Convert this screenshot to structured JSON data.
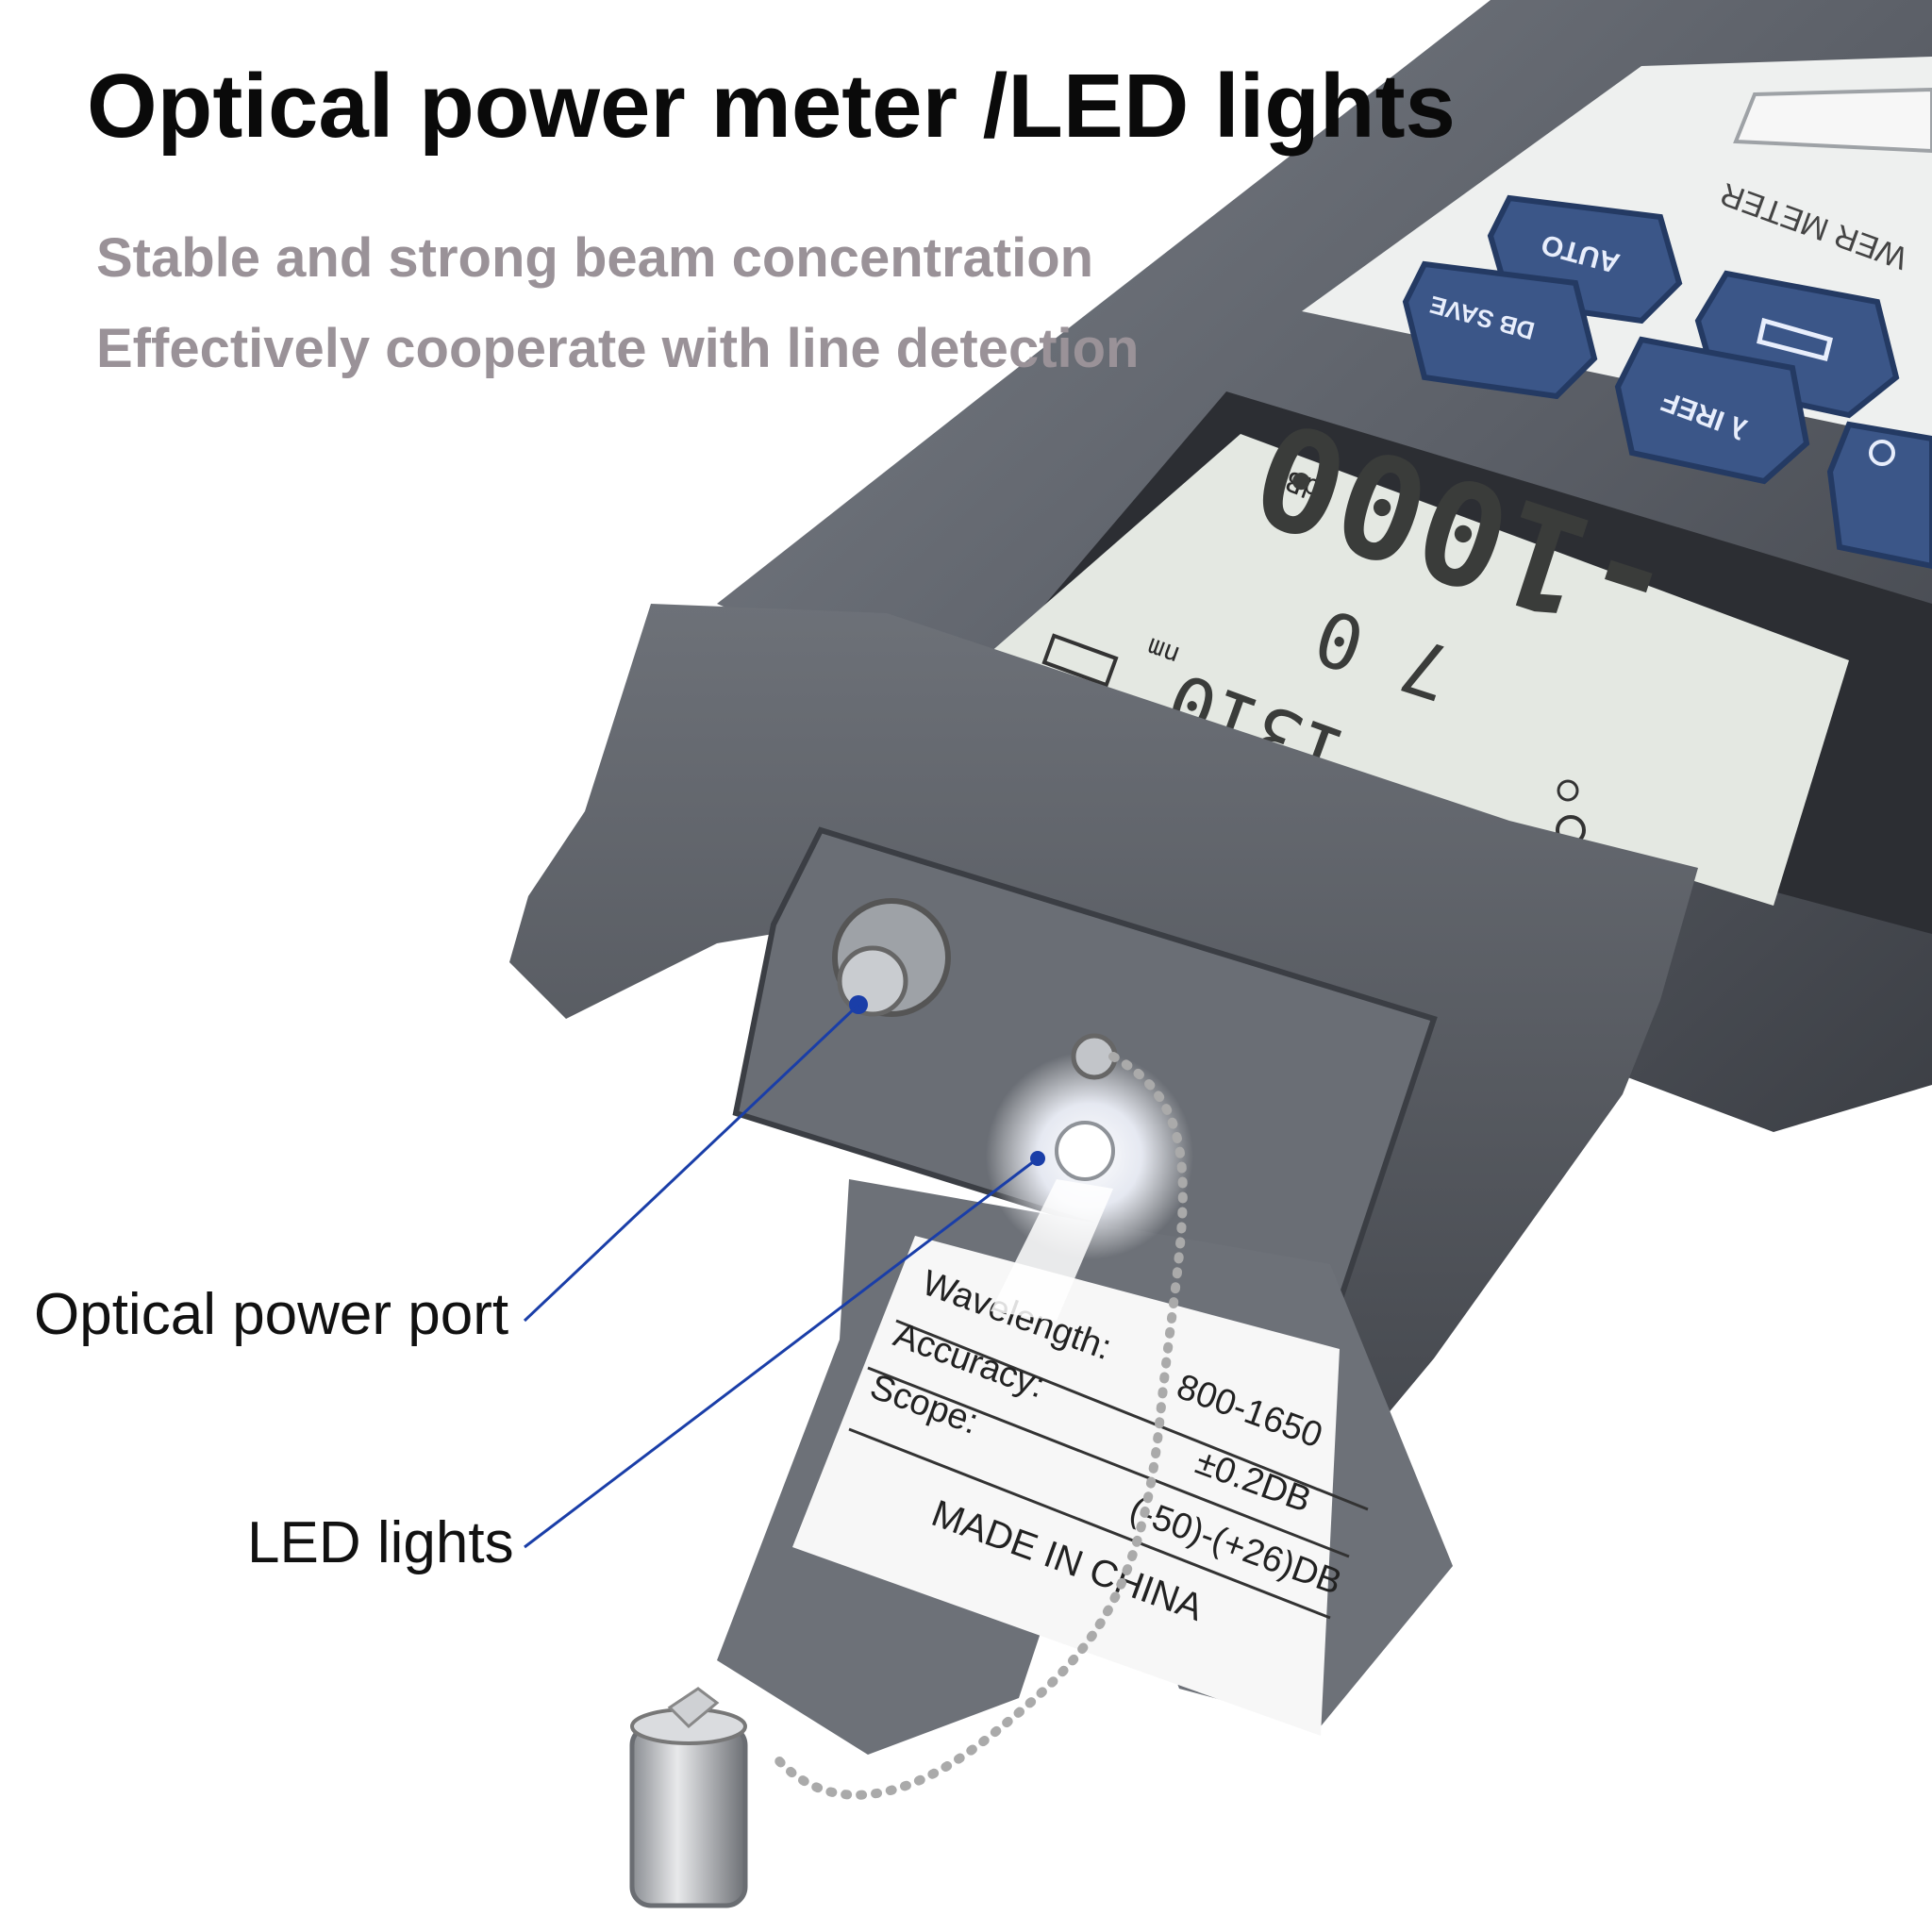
{
  "headline": "Optical power meter /LED lights",
  "subtitles": [
    "Stable and strong beam concentration",
    "Effectively cooperate with line detection"
  ],
  "callouts": {
    "port": "Optical power port",
    "led": "LED lights"
  },
  "device": {
    "panel_text": "WER METER",
    "buttons": {
      "auto": "AUTO",
      "db_save": "DB SAVE",
      "lambda_iref": "λ IREF"
    },
    "lcd": {
      "unit_dbm": "dBm",
      "main_reading": "-1000",
      "secondary": "7 0",
      "wavelength": "1310",
      "unit_nm": "nm"
    }
  },
  "label_sticker": {
    "rows": [
      {
        "name": "Wavelength:",
        "value": "800-1650"
      },
      {
        "name": "Accuracy:",
        "value": "±0.2DB"
      },
      {
        "name": "Scope:",
        "value": "(-50)-(+26)DB"
      }
    ],
    "origin": "MADE IN CHINA"
  },
  "colors": {
    "body": "#5d6168",
    "body_dark": "#3e4147",
    "button": "#3b5688",
    "lcd_bg": "#e4e8e2",
    "pointer": "#1a3ea8"
  }
}
